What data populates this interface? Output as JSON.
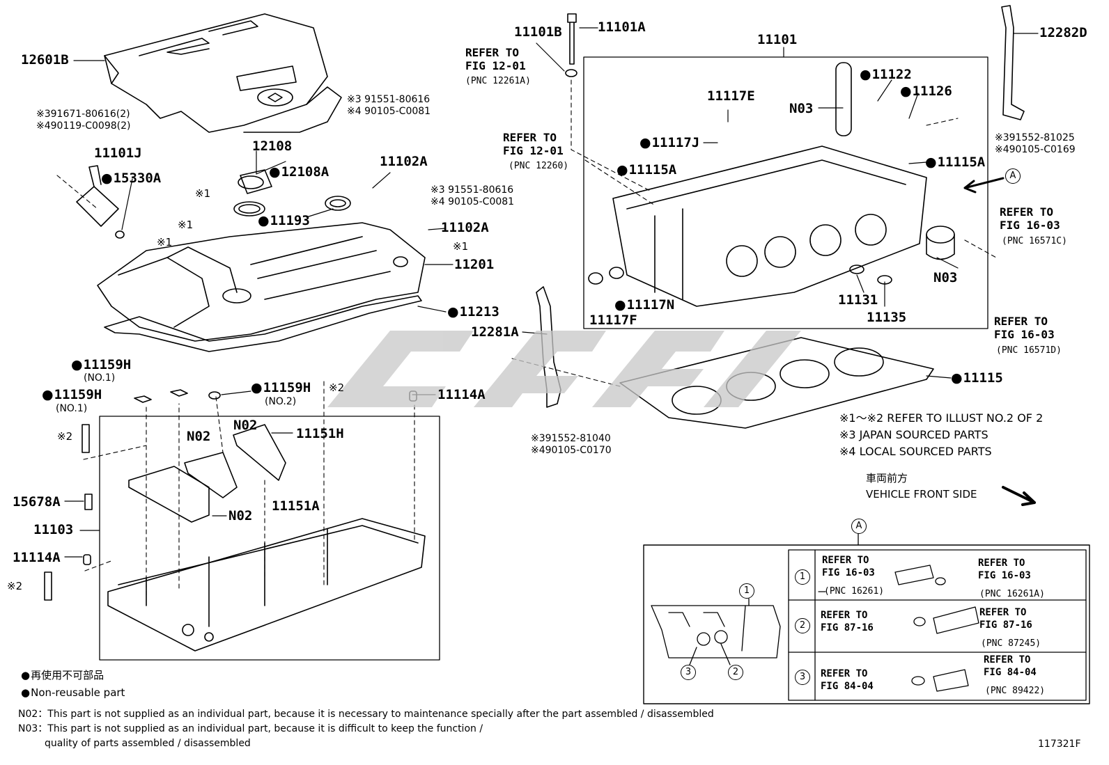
{
  "parts": {
    "p12601B": "12601B",
    "p11101B": "11101B",
    "p11101A": "11101A",
    "p11101": "11101",
    "p12282D": "12282D",
    "p12108": "12108",
    "p12108A": "12108A",
    "p11101J": "11101J",
    "p15330A": "15330A",
    "p11102A_1": "11102A",
    "p11102A_2": "11102A",
    "p11193": "11193",
    "p11201": "11201",
    "p11213": "11213",
    "p11122": "11122",
    "p11126": "11126",
    "p11117E": "11117E",
    "pN03_1": "N03",
    "p11117J": "11117J",
    "p11115A_1": "11115A",
    "p11115A_2": "11115A",
    "pN03_2": "N03",
    "p11117N": "11117N",
    "p11117F": "11117F",
    "p11131": "11131",
    "p11135": "11135",
    "p12281A": "12281A",
    "p11115": "11115",
    "p11159H_1": "11159H",
    "p11159H_1_sub": "(NO.1)",
    "p11159H_2": "11159H",
    "p11159H_2_sub": "(NO.1)",
    "p11159H_3": "11159H",
    "p11159H_3_sub": "(NO.2)",
    "p11114A_1": "11114A",
    "pN02_1": "N02",
    "pN02_2": "N02",
    "pN02_3": "N02",
    "p11151H": "11151H",
    "p15678A": "15678A",
    "p11151A": "11151A",
    "p11103": "11103",
    "p11114A_2": "11114A",
    "ast1_a": "※1",
    "ast1_b": "※1",
    "ast1_c": "※1",
    "ast1_d": "※1",
    "ast2_a": "※2",
    "ast2_b": "※2",
    "ast2_c": "※2"
  },
  "refs": {
    "r1": "REFER TO\nFIG 12-01",
    "r1pnc": "(PNC 12261A)",
    "r2": "REFER TO\nFIG 12-01",
    "r2pnc": "(PNC 12260)",
    "r3": "REFER TO\nFIG 16-03",
    "r3pnc": "(PNC 16571C)",
    "r4": "REFER TO\nFIG 16-03",
    "r4pnc": "(PNC 16571D)"
  },
  "bolts": {
    "b1": "※391671-80616(2)\n※490119-C0098(2)",
    "b2": "※3 91551-80616\n※4 90105-C0081",
    "b3": "※3 91551-80616\n※4 90105-C0081",
    "b4": "※391552-81025\n※490105-C0169",
    "b5": "※391552-81040\n※490105-C0170"
  },
  "notes": {
    "n1": "※1～※2  REFER TO ILLUST NO.2 OF 2",
    "n2": "※3 JAPAN SOURCED PARTS",
    "n3": "※4 LOCAL SOURCED PARTS",
    "front_jp": "車両前方",
    "front_en": "VEHICLE FRONT SIDE",
    "legend_jp": "再使用不可部品",
    "legend_en": "Non-reusable part",
    "n02": "N02：This part is not supplied as an individual part, because it is necessary to maintenance specially after the part assembled / disassembled",
    "n03a": "N03：This part is not supplied as an individual part, because it is difficult to keep the function /",
    "n03b": "quality of parts  assembled / disassembled",
    "fig_id": "117321F"
  },
  "inset": {
    "marker": "A",
    "marker2": "A",
    "row1_left": "REFER TO\nFIG 16-03",
    "row1_left_pnc": "(PNC 16261)",
    "row1_right": "REFER TO\nFIG 16-03",
    "row1_right_pnc": "(PNC 16261A)",
    "row2_left": "REFER TO\nFIG 87-16",
    "row2_right": "REFER TO\nFIG 87-16",
    "row2_right_pnc": "(PNC 87245)",
    "row3_left": "REFER TO\nFIG 84-04",
    "row3_right": "REFER TO\nFIG 84-04",
    "row3_right_pnc": "(PNC 89422)",
    "n1": "1",
    "n2": "2",
    "n3": "3",
    "c1": "1",
    "c2": "2",
    "c3": "3"
  }
}
